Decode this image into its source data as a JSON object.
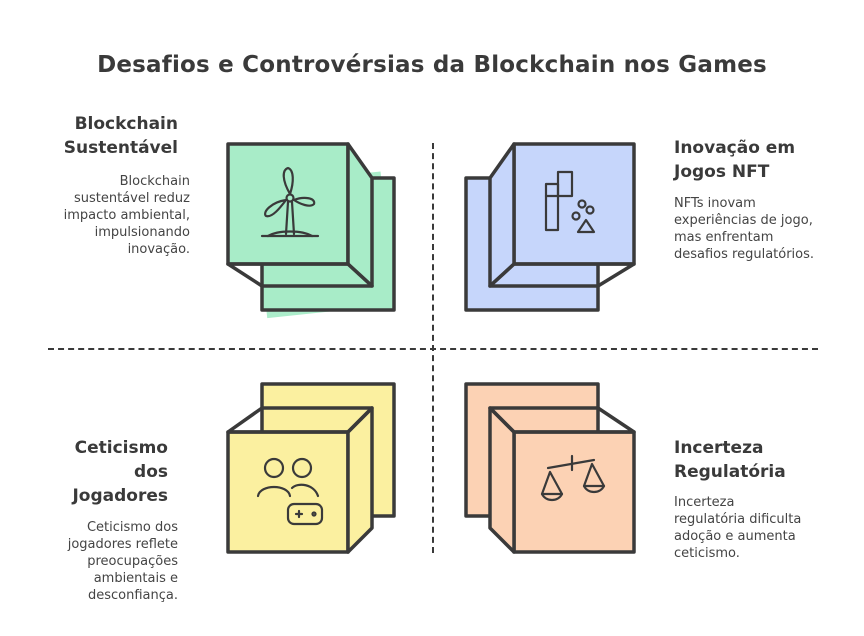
{
  "title": "Desafios e Controvérsias da Blockchain nos Games",
  "colors": {
    "green": "#a8ecc8",
    "blue": "#c6d6fb",
    "yellow": "#fbf0a0",
    "peach": "#fcd2b4",
    "stroke": "#3a3a3a"
  },
  "quadrants": {
    "top_left": {
      "heading": "Blockchain\nSustentável",
      "description": "Blockchain\nsustentável reduz\nimpacto ambiental,\nimpulsionando\ninovação.",
      "icon": "wind-turbine-icon"
    },
    "top_right": {
      "heading": "Inovação em\nJogos NFT",
      "description": "NFTs inovam\nexperiências de jogo,\nmas enfrentam\ndesafios regulatórios.",
      "icon": "game-assets-icon"
    },
    "bottom_left": {
      "heading": "Ceticismo\ndos\nJogadores",
      "description": "Ceticismo dos\njogadores reflete\npreocupações\nambientais e\ndesconfiança.",
      "icon": "players-gamepad-icon"
    },
    "bottom_right": {
      "heading": "Incerteza\nRegulatória",
      "description": "Incerteza\nregulatória dificulta\nadoção e aumenta\nceticismo.",
      "icon": "scales-icon"
    }
  }
}
